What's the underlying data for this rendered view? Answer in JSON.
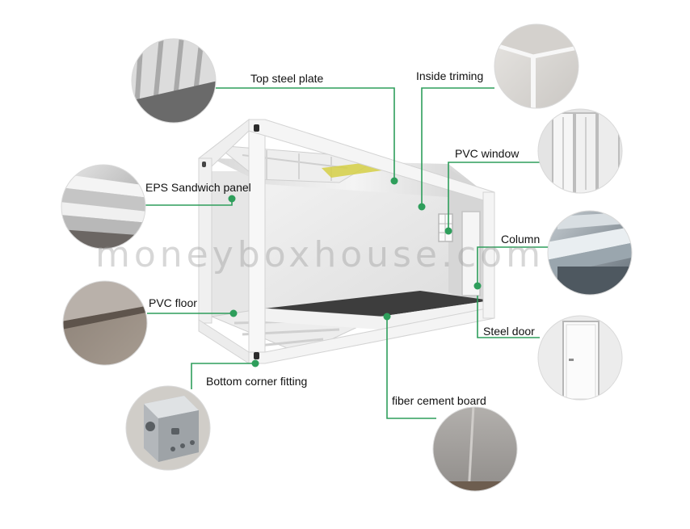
{
  "diagram": {
    "watermark": "moneyboxhouse.com",
    "accent_color": "#2e9e5b",
    "labels": {
      "top_steel_plate": "Top steel plate",
      "inside_triming": "Inside triming",
      "pvc_window": "PVC window",
      "eps_sandwich_panel": "EPS Sandwich panel",
      "column": "Column",
      "pvc_floor": "PVC floor",
      "steel_door": "Steel door",
      "bottom_corner_fitting": "Bottom corner fitting",
      "fiber_cement_board": "fiber cement board"
    }
  }
}
